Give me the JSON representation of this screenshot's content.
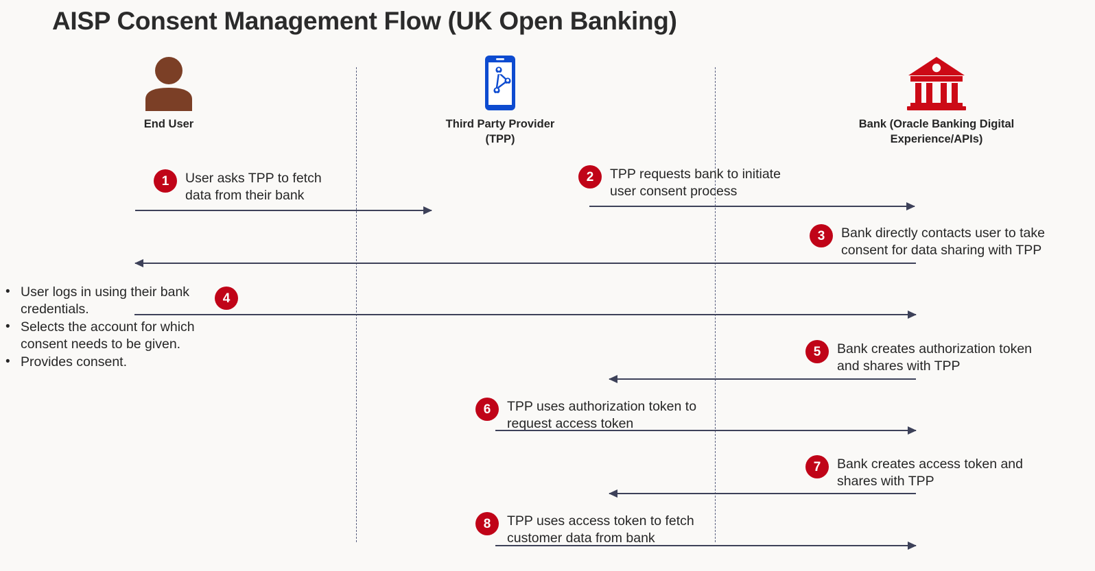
{
  "title": "AISP Consent Management Flow (UK Open Banking)",
  "colors": {
    "background": "#faf9f7",
    "badge_red": "#c00418",
    "arrow_navy": "#3d4159",
    "lifeline": "#5a6080",
    "user_icon_brown": "#7b3f26",
    "tpp_icon_blue": "#0d4bd0",
    "bank_icon_red": "#cc0a16",
    "text": "#262626"
  },
  "actors": [
    {
      "id": "end-user",
      "label": "End User",
      "icon": "person-icon"
    },
    {
      "id": "tpp",
      "label": "Third Party\nProvider (TPP)",
      "icon": "mobile-network-icon"
    },
    {
      "id": "bank",
      "label": "Bank (Oracle Banking Digital\nExperience/APIs)",
      "icon": "bank-building-icon"
    }
  ],
  "steps": [
    {
      "number": "1",
      "text": "User asks TPP to fetch\ndata from their bank",
      "direction": "right",
      "from": "end-user",
      "to": "tpp"
    },
    {
      "number": "2",
      "text": "TPP requests bank to initiate\nuser consent process",
      "direction": "right",
      "from": "tpp",
      "to": "bank"
    },
    {
      "number": "3",
      "text": "Bank directly contacts user to take\nconsent for data sharing with TPP",
      "direction": "left",
      "from": "bank",
      "to": "end-user"
    },
    {
      "number": "4",
      "direction": "right",
      "from": "end-user",
      "to": "bank",
      "bullets": [
        "User logs in using their bank credentials.",
        "Selects the account for which consent needs to be given.",
        "Provides consent."
      ]
    },
    {
      "number": "5",
      "text": "Bank creates authorization token\nand shares with TPP",
      "direction": "left",
      "from": "bank",
      "to": "tpp"
    },
    {
      "number": "6",
      "text": "TPP uses authorization token to\nrequest access token",
      "direction": "right",
      "from": "tpp",
      "to": "bank"
    },
    {
      "number": "7",
      "text": "Bank creates access token and\nshares with TPP",
      "direction": "left",
      "from": "bank",
      "to": "tpp"
    },
    {
      "number": "8",
      "text": "TPP uses access token to fetch\ncustomer data from bank",
      "direction": "right",
      "from": "tpp",
      "to": "bank"
    }
  ]
}
